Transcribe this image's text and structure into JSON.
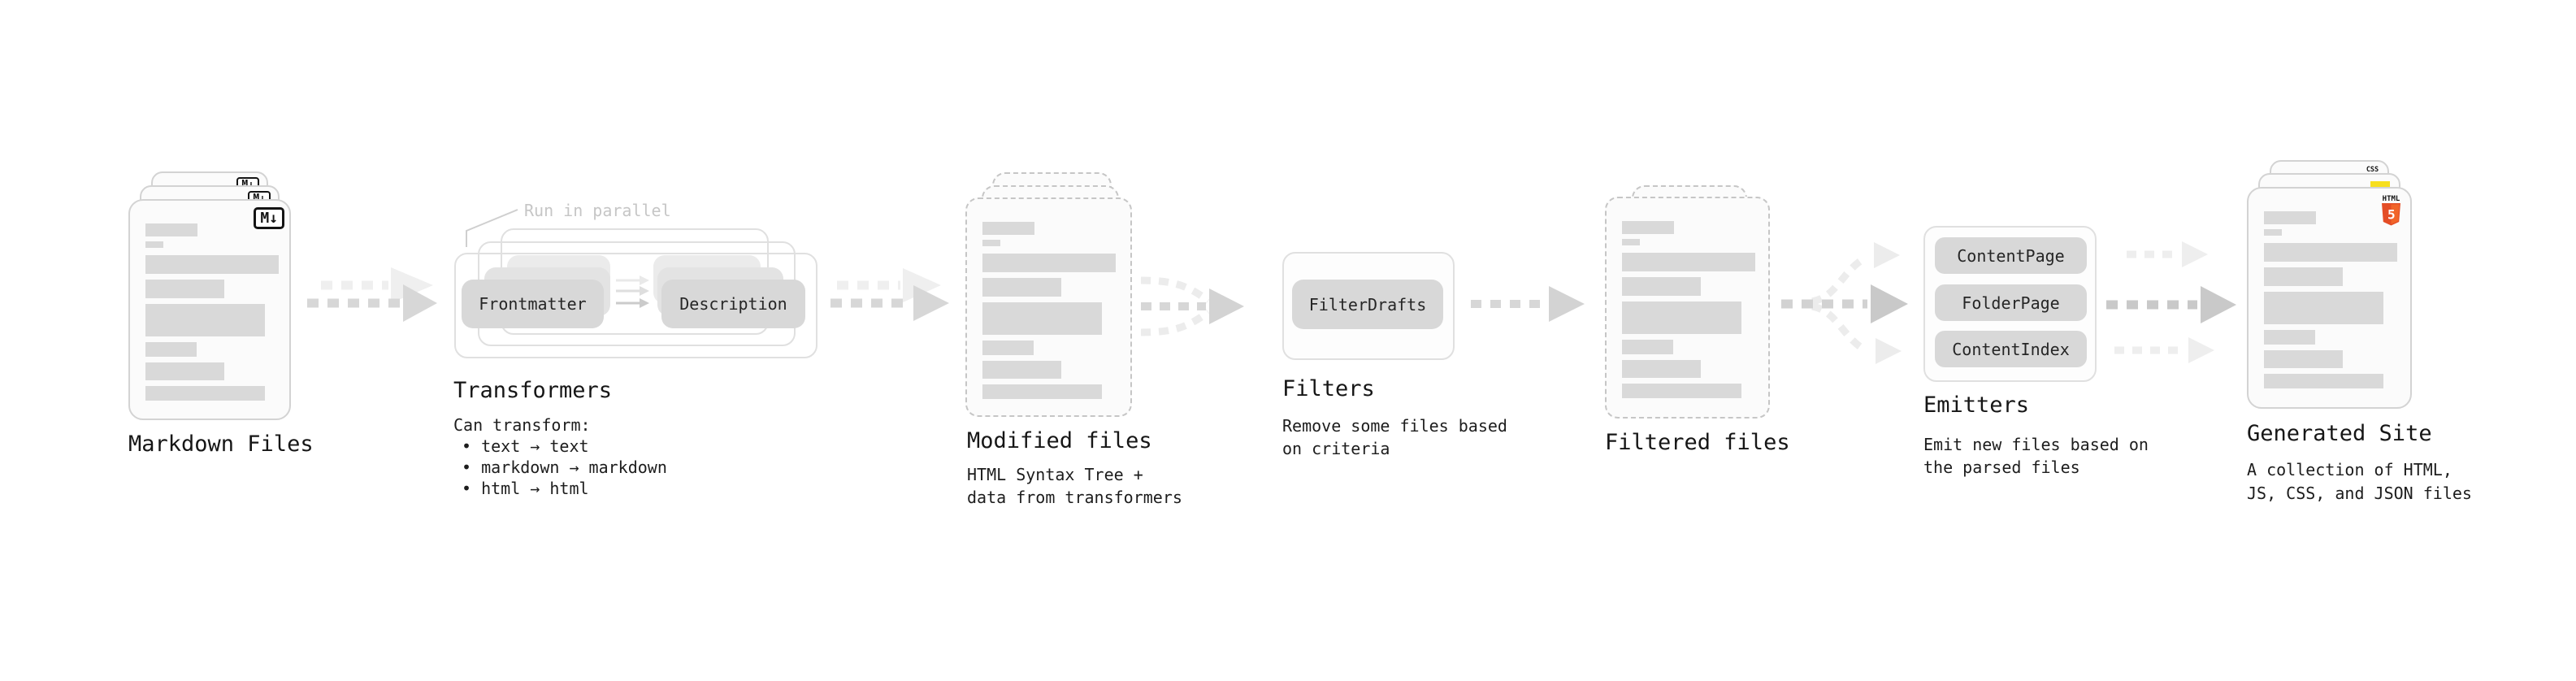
{
  "stages": {
    "markdown": {
      "title": "Markdown Files",
      "badge": "M↓"
    },
    "transformers": {
      "title": "Transformers",
      "note": "Run in parallel",
      "desc_heading": "Can transform:",
      "bullets": [
        "• text → text",
        "• markdown → markdown",
        "• html → html"
      ],
      "box_frontmatter": "Frontmatter",
      "box_description": "Description"
    },
    "modified": {
      "title": "Modified files",
      "desc_line1": "HTML Syntax Tree +",
      "desc_line2": "data from transformers"
    },
    "filters": {
      "title": "Filters",
      "box_filterdrafts": "FilterDrafts",
      "desc_line1": "Remove some files based",
      "desc_line2": "on criteria"
    },
    "filtered": {
      "title": "Filtered files"
    },
    "emitters": {
      "title": "Emitters",
      "box_contentpage": "ContentPage",
      "box_folderpage": "FolderPage",
      "box_contentindex": "ContentIndex",
      "desc_line1": "Emit new files based on",
      "desc_line2": "the parsed files"
    },
    "site": {
      "title": "Generated Site",
      "desc_line1": "A collection of HTML,",
      "desc_line2": "JS, CSS, and JSON files",
      "html5_label": "HTML",
      "html5_number": "5",
      "css_label": "CSS"
    }
  },
  "colors": {
    "html5_orange": "#e44d26",
    "html5_orange_light": "#f16529",
    "js_yellow": "#f7df1e",
    "css_blue": "#2b63f1"
  }
}
